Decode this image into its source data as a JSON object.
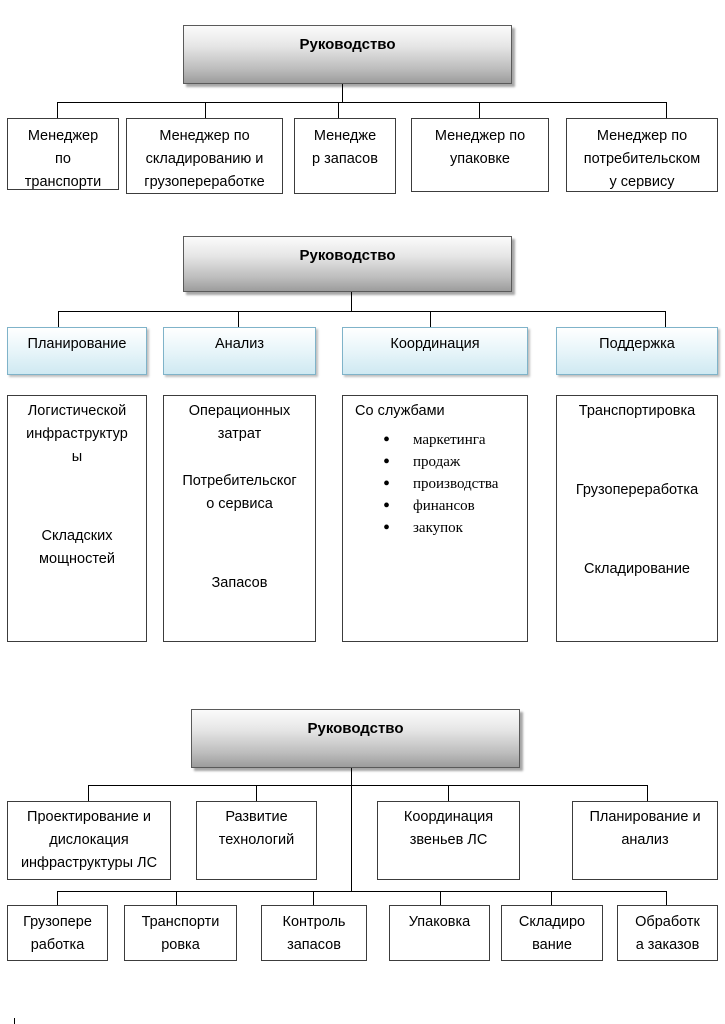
{
  "diagram1": {
    "header": "Руководство",
    "boxes": [
      [
        "Менеджер",
        "по",
        "транспорти"
      ],
      [
        "Менеджер по",
        "складированию и",
        "грузопереработке"
      ],
      [
        "Менедже",
        "р запасов"
      ],
      [
        "Менеджер по",
        "упаковке"
      ],
      [
        "Менеджер по",
        "потребительском",
        "у сервису"
      ]
    ]
  },
  "diagram2": {
    "header": "Руководство",
    "categories": [
      "Планирование",
      "Анализ",
      "Координация",
      "Поддержка"
    ],
    "planning": [
      [
        "Логистической",
        "инфраструктур",
        "ы"
      ],
      [
        "Складских",
        "мощностей"
      ]
    ],
    "analysis": [
      [
        "Операционных",
        "затрат"
      ],
      [
        "Потребительског",
        "о сервиса"
      ],
      [
        "Запасов"
      ]
    ],
    "coordination": {
      "intro": "Со службами",
      "items": [
        "маркетинга",
        "продаж",
        "производства",
        "финансов",
        "закупок"
      ]
    },
    "support": [
      "Транспортировка",
      "Грузопереработка",
      "Складирование"
    ]
  },
  "diagram3": {
    "header": "Руководство",
    "upper": [
      [
        "Проектирование и",
        "дислокация",
        "инфраструктуры ЛС"
      ],
      [
        "Развитие",
        "технологий"
      ],
      [
        "Координация",
        "звеньев ЛС"
      ],
      [
        "Планирование и",
        "анализ"
      ]
    ],
    "lower": [
      [
        "Грузопере",
        "работка"
      ],
      [
        "Транспорти",
        "ровка"
      ],
      [
        "Контроль",
        "запасов"
      ],
      [
        "Упаковка"
      ],
      [
        "Складиро",
        "вание"
      ],
      [
        "Обработк",
        "а заказов"
      ]
    ]
  }
}
